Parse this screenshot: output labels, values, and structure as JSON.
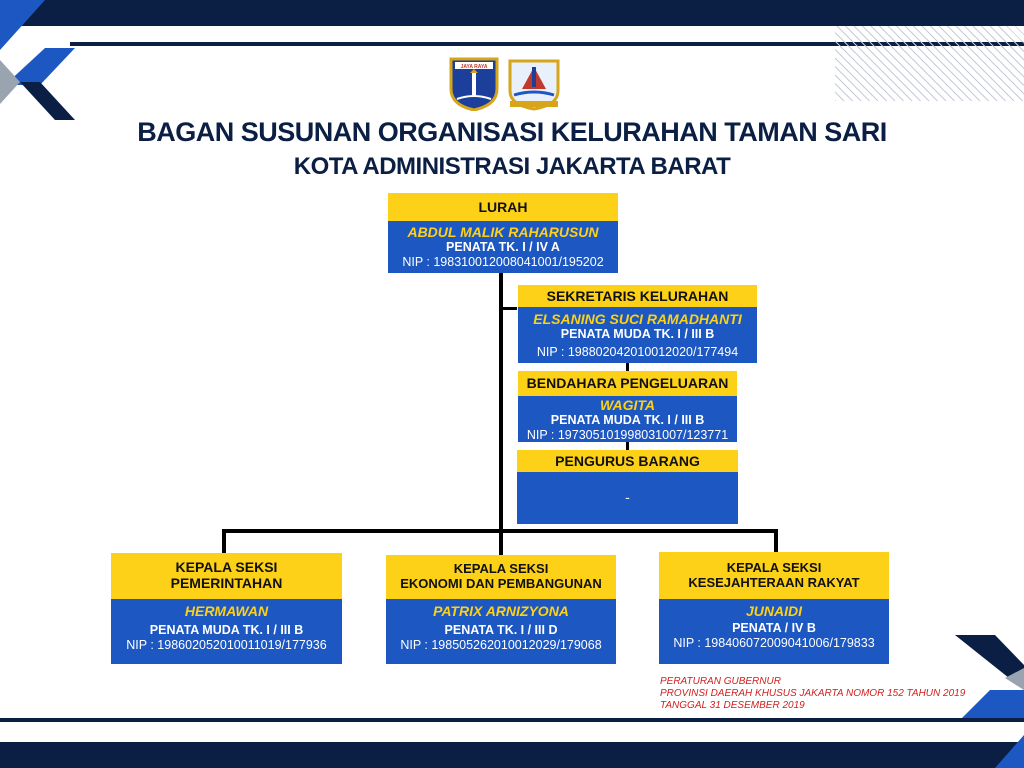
{
  "header": {
    "title_line1": "BAGAN SUSUNAN ORGANISASI KELURAHAN TAMAN SARI",
    "title_line2": "KOTA ADMINISTRASI JAKARTA BARAT",
    "emblem_left_text": "JAYA RAYA",
    "colors": {
      "navy": "#0b1f44",
      "yellow": "#fdd117",
      "blue": "#1c57c2"
    }
  },
  "lurah": {
    "title": "LURAH",
    "name": "ABDUL MALIK RAHARUSUN",
    "rank": "PENATA TK. I / IV A",
    "nip": "NIP : 198310012008041001/195202"
  },
  "sekretaris": {
    "title": "SEKRETARIS KELURAHAN",
    "name": "ELSANING SUCI RAMADHANTI",
    "rank": "PENATA MUDA TK. I / III B",
    "nip": "NIP : 198802042010012020/177494"
  },
  "bendahara": {
    "title": "BENDAHARA PENGELUARAN",
    "name": "WAGITA",
    "rank": "PENATA MUDA TK. I / III B",
    "nip": "NIP : 197305101998031007/123771"
  },
  "pengurus": {
    "title": "PENGURUS BARANG",
    "value": "-"
  },
  "seksi": [
    {
      "title1": "KEPALA SEKSI",
      "title2": "PEMERINTAHAN",
      "name": "HERMAWAN",
      "rank": "PENATA MUDA TK. I / III B",
      "nip": "NIP : 198602052010011019/177936"
    },
    {
      "title1": "KEPALA SEKSI",
      "title2": "EKONOMI DAN PEMBANGUNAN",
      "name": "PATRIX ARNIZYONA",
      "rank": "PENATA TK. I / III D",
      "nip": "NIP : 198505262010012029/179068"
    },
    {
      "title1": "KEPALA SEKSI",
      "title2": "KESEJAHTERAAN RAKYAT",
      "name": "JUNAIDI",
      "rank": "PENATA  / IV B",
      "nip": "NIP : 198406072009041006/179833"
    }
  ],
  "footnote": {
    "line1": "PERATURAN GUBERNUR",
    "line2": "PROVINSI DAERAH KHUSUS JAKARTA NOMOR 152 TAHUN 2019",
    "line3": "TANGGAL 31 DESEMBER 2019"
  }
}
